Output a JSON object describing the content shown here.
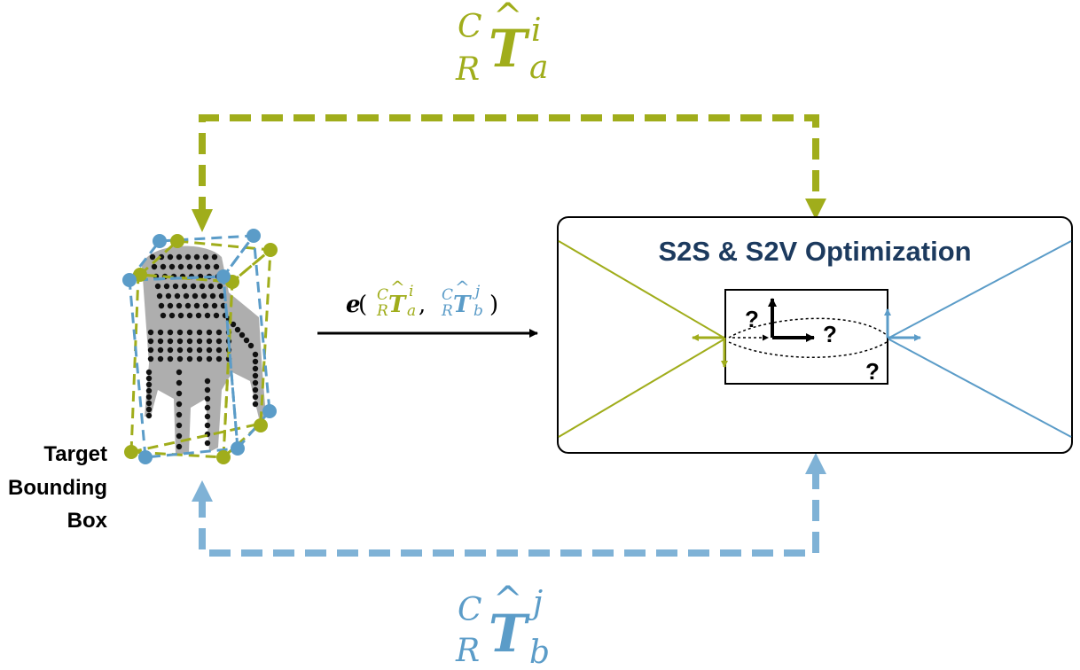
{
  "colors": {
    "olive": "#a0ad1b",
    "blue": "#7fb2d6",
    "blue_dark": "#5b9cc8",
    "title": "#1c3a5e",
    "black": "#000000"
  },
  "labels": {
    "target_line1": "Target",
    "target_line2": "Bounding",
    "target_line3": "Box",
    "optimization_title": "S2S & S2V Optimization",
    "question": "?"
  },
  "math": {
    "top": {
      "pre_sup": "C",
      "pre_sub": "R",
      "base": "T",
      "hat": "^",
      "sup": "i",
      "sub": "a"
    },
    "bottom": {
      "pre_sup": "C",
      "pre_sub": "R",
      "base": "T",
      "hat": "^",
      "sup": "j",
      "sub": "b"
    },
    "error": {
      "fn": "e",
      "open": "(",
      "comma": ",",
      "close": ")",
      "a": {
        "pre_sup": "C",
        "pre_sub": "R",
        "base": "T",
        "hat": "^",
        "sup": "i",
        "sub": "a"
      },
      "b": {
        "pre_sup": "C",
        "pre_sub": "R",
        "base": "T",
        "hat": "^",
        "sup": "j",
        "sub": "b"
      }
    }
  },
  "icons": {
    "chair": "chair-point-cloud-icon",
    "frame": "coordinate-frame-icon"
  }
}
